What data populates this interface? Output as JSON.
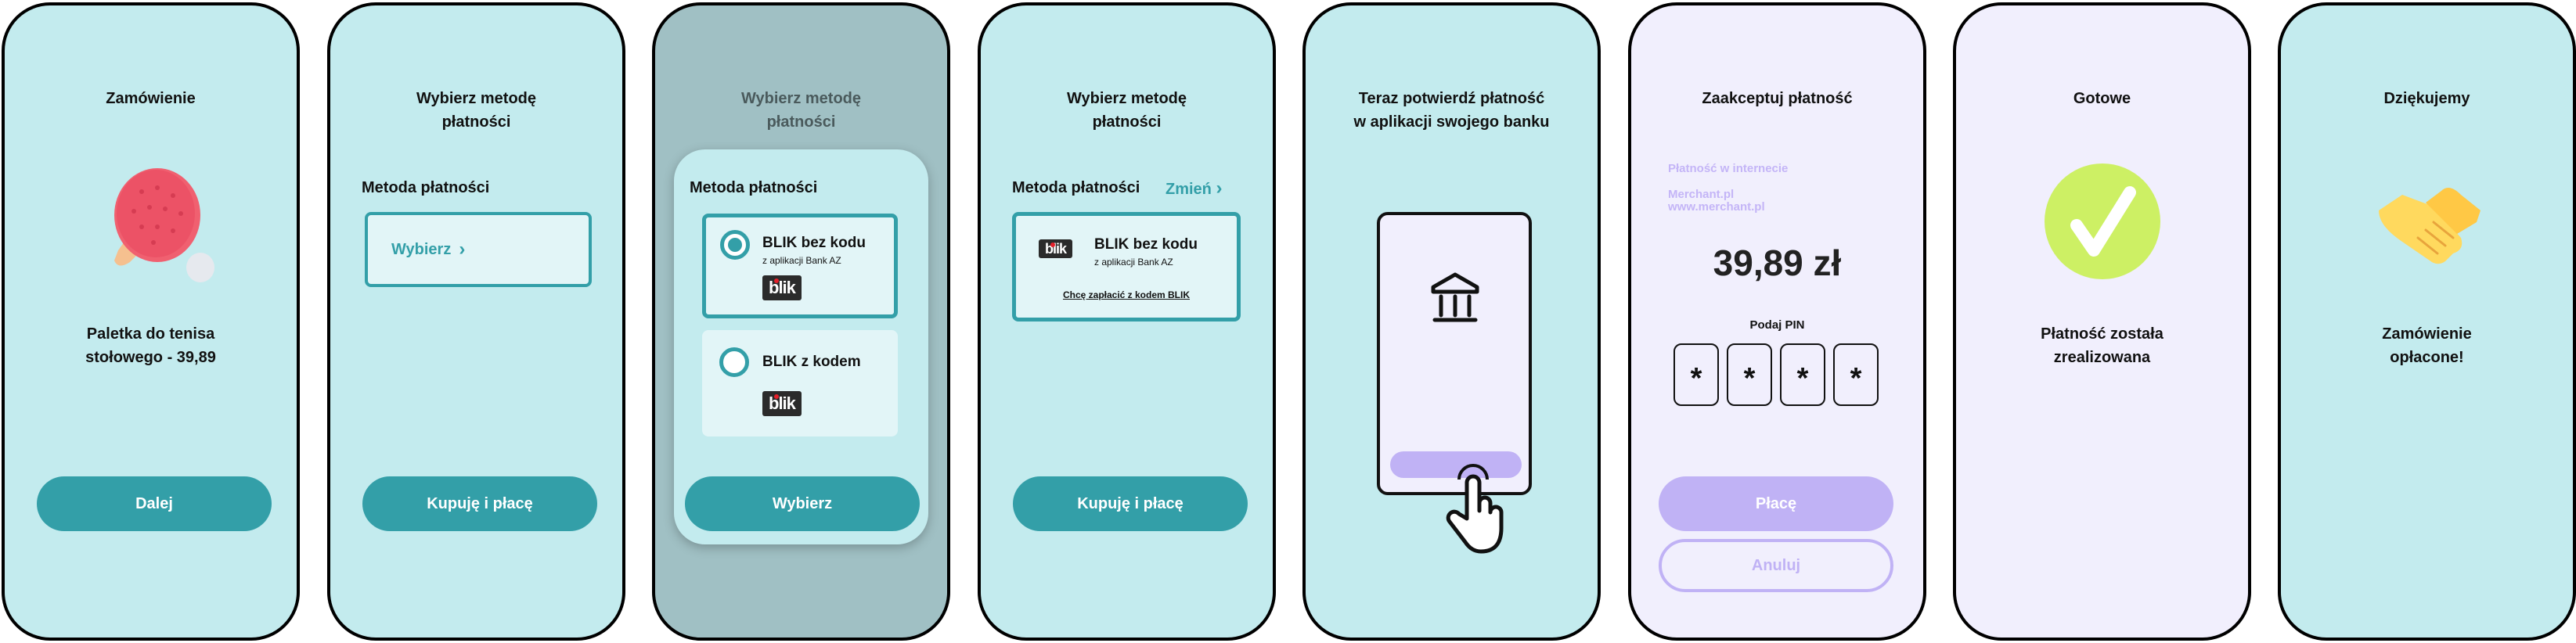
{
  "colors": {
    "panel_bg": "#c3ebee",
    "accent": "#339fa8",
    "lavender_bg": "#f1effd",
    "purple": "#c0b2f5",
    "success": "#cdf064"
  },
  "screen1": {
    "title": "Zamówienie",
    "product": [
      "Paletka do tenisa",
      "stołowego - 39,89"
    ],
    "button": "Dalej",
    "icon": "ping-pong-paddle-icon"
  },
  "screen2": {
    "title": [
      "Wybierz metodę",
      "płatności"
    ],
    "method_label": "Metoda płatności",
    "select": "Wybierz",
    "button": "Kupuję i płacę"
  },
  "screen3": {
    "title": [
      "Wybierz metodę",
      "płatności"
    ],
    "method_label": "Metoda płatności",
    "options": [
      {
        "name": "BLIK bez kodu",
        "sub": "z aplikacji Bank AZ",
        "logo": "blik",
        "selected": true
      },
      {
        "name": "BLIK z kodem",
        "logo": "blik",
        "selected": false
      }
    ],
    "button": "Wybierz"
  },
  "screen4": {
    "title": [
      "Wybierz metodę",
      "płatności"
    ],
    "method_label": "Metoda płatności",
    "change": "Zmień",
    "method_name": "BLIK bez kodu",
    "method_sub": "z aplikacji Bank AZ",
    "logo": "blik",
    "code_link": "Chcę zapłacić z kodem BLIK",
    "button": "Kupuję i płacę"
  },
  "screen5": {
    "title": [
      "Teraz potwierdź płatność",
      "w aplikacji swojego banku"
    ],
    "icon": "bank-icon"
  },
  "screen6": {
    "title": "Zaakceptuj płatność",
    "info": "Płatność w internecie",
    "merchant": "Merchant.pl",
    "url": "www.merchant.pl",
    "amount": "39,89 zł",
    "pin_label": "Podaj PIN",
    "pin": [
      "*",
      "*",
      "*",
      "*"
    ],
    "pay": "Płacę",
    "cancel": "Anuluj"
  },
  "screen7": {
    "title": "Gotowe",
    "message": [
      "Płatność została",
      "zrealizowana"
    ],
    "icon": "check-icon"
  },
  "screen8": {
    "title": "Dziękujemy",
    "message": [
      "Zamówienie",
      "opłacone!"
    ],
    "icon": "handshake-icon"
  }
}
